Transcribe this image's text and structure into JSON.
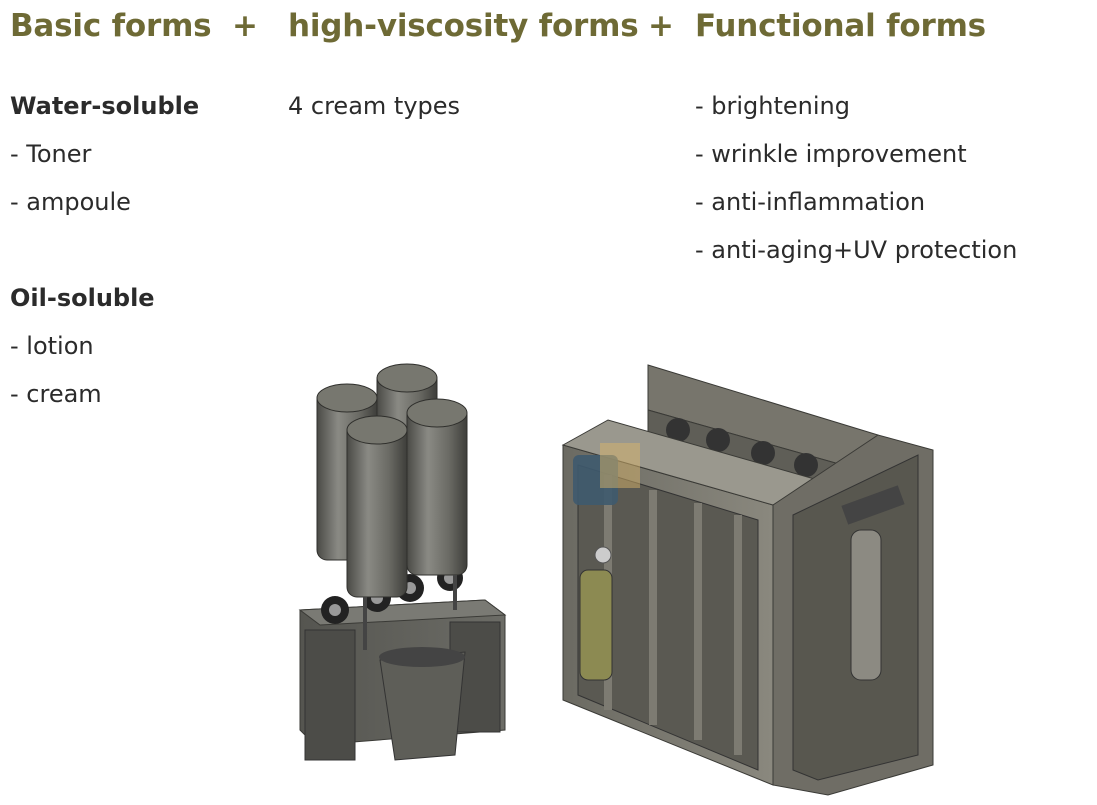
{
  "header": {
    "col1": "Basic forms",
    "plus1": "+",
    "col2": "high-viscosity forms",
    "plus2": "+",
    "col3": "Functional forms"
  },
  "basic": {
    "water_title": "Water-soluble",
    "water_items": [
      "- Toner",
      "- ampoule"
    ],
    "oil_title": "Oil-soluble",
    "oil_items": [
      "- lotion",
      "- cream"
    ]
  },
  "viscosity": {
    "text": "4 cream types"
  },
  "functional": {
    "items": [
      "- brightening",
      "- wrinkle improvement",
      "- anti-inflammation",
      "- anti-aging+UV protection"
    ]
  },
  "colors": {
    "heading": "#6e6a35",
    "body_text": "#2b2b2b",
    "machine": "#5a5a54"
  },
  "images": {
    "left": "cylinder-mixer-cad-render",
    "right": "cabinet-dispenser-cad-render"
  }
}
